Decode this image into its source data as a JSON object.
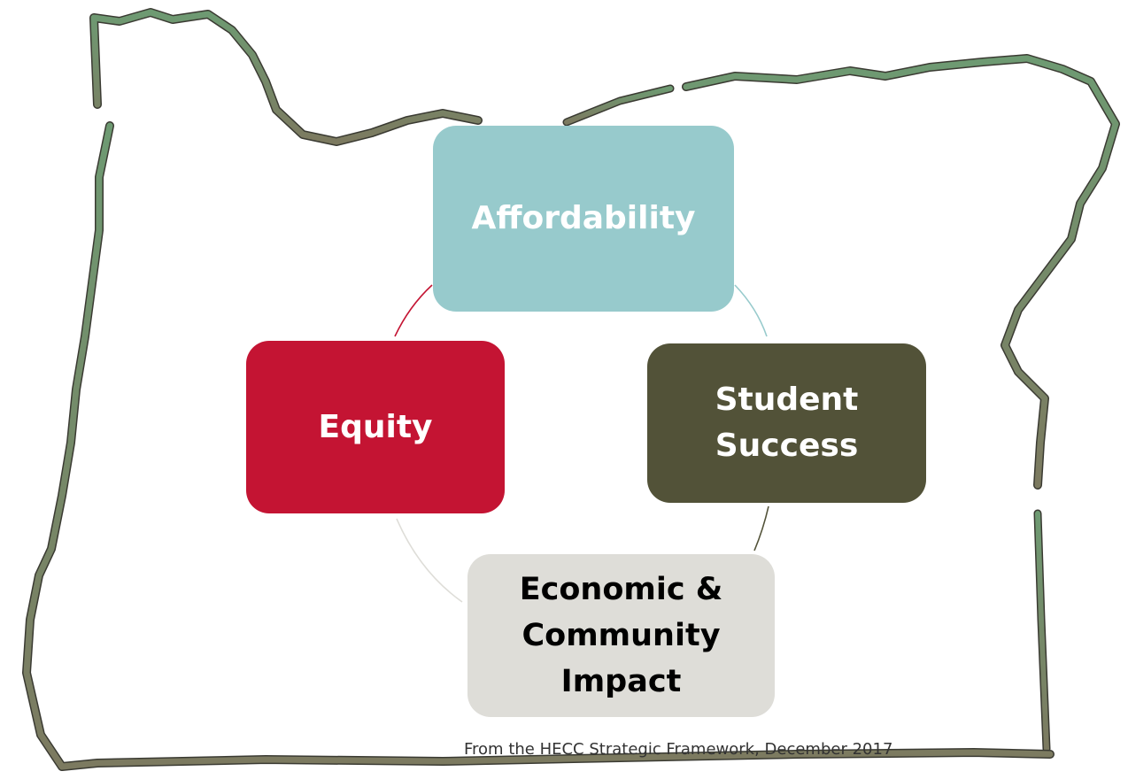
{
  "diagram": {
    "nodes": [
      {
        "id": "affordability",
        "label": "Affordability",
        "color": "#97CACC",
        "text_color": "#FFFFFF"
      },
      {
        "id": "student-success",
        "label": "Student\nSuccess",
        "color": "#525238",
        "text_color": "#FFFFFF"
      },
      {
        "id": "economic-community-impact",
        "label": "Economic &\nCommunity\nImpact",
        "color": "#DEDDD8",
        "text_color": "#000000"
      },
      {
        "id": "equity",
        "label": "Equity",
        "color": "#C41433",
        "text_color": "#FFFFFF"
      }
    ],
    "cycle_order": [
      "affordability",
      "student-success",
      "economic-community-impact",
      "equity"
    ],
    "outline_color": "#6E9170"
  },
  "caption": "From the HECC Strategic Framework, December 2017"
}
